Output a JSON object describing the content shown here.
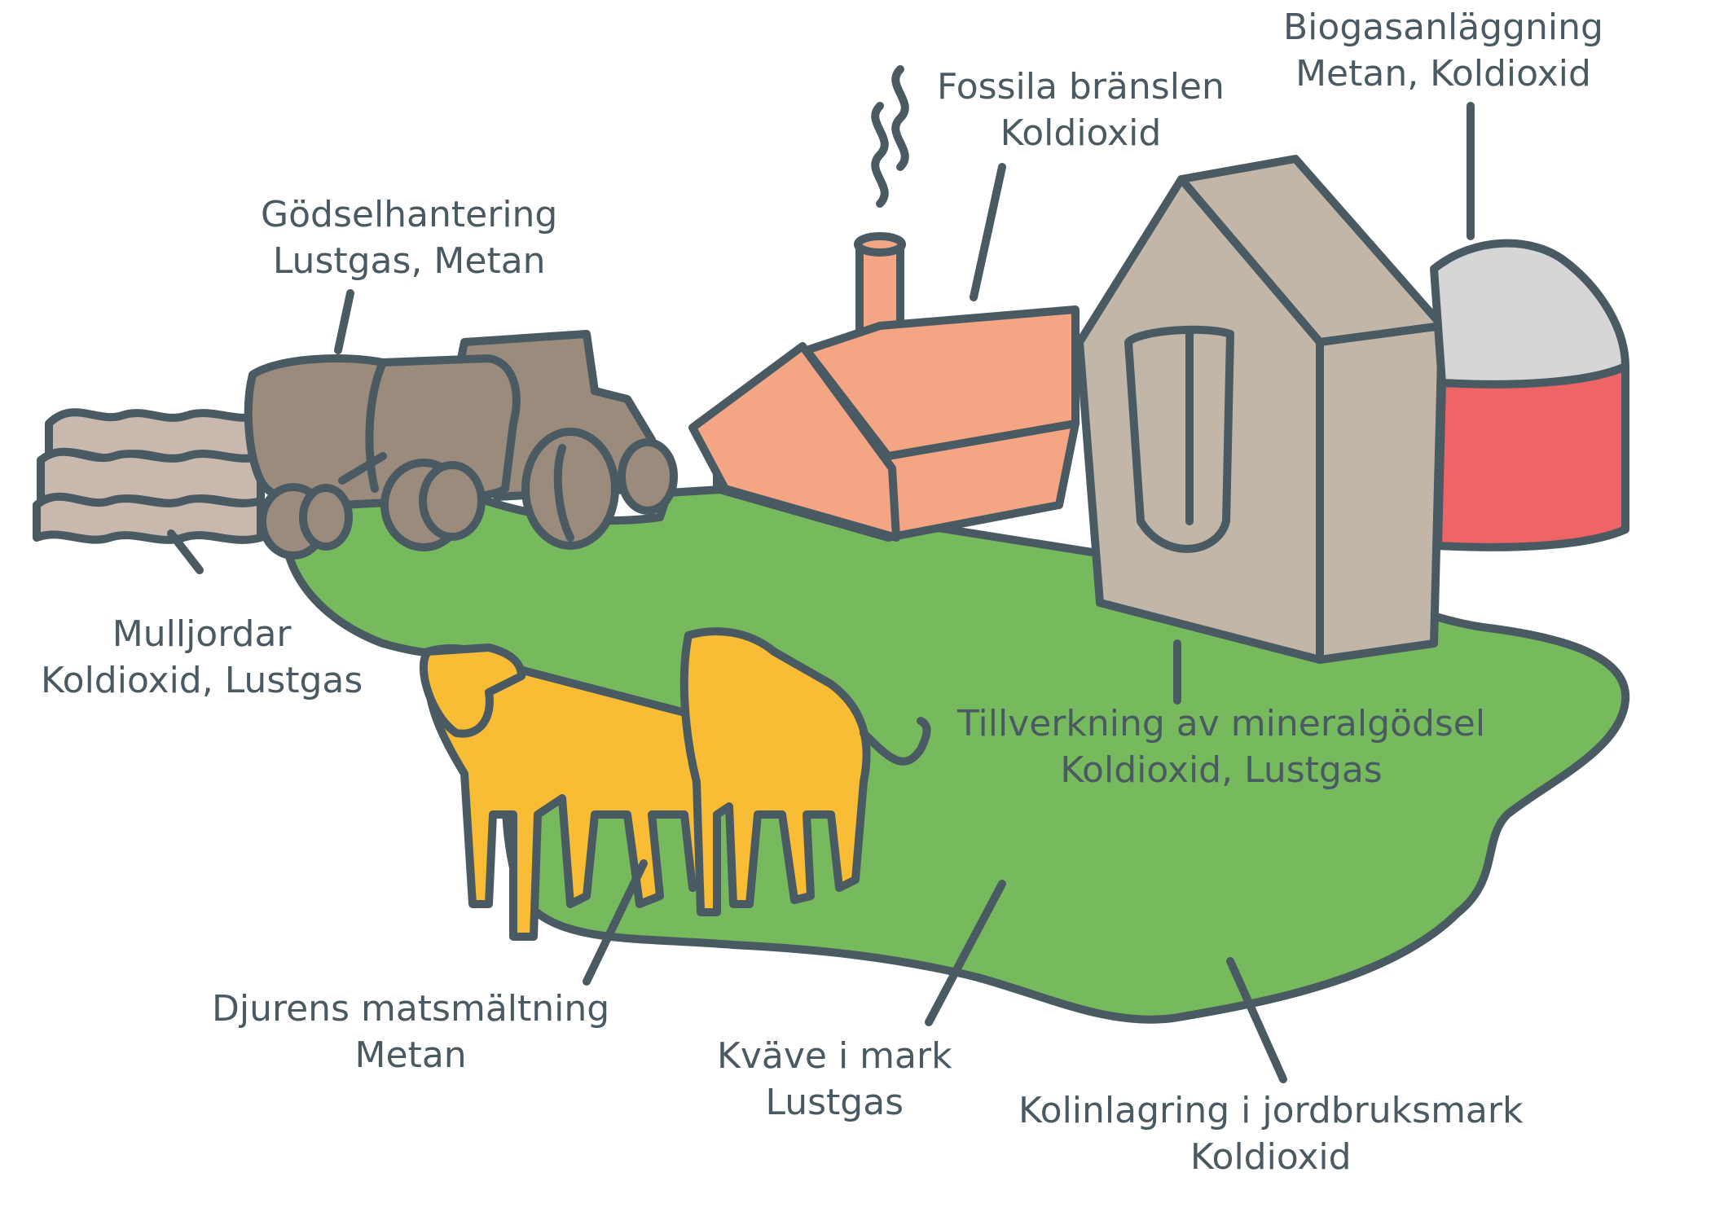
{
  "colors": {
    "ink": "#4a5a63",
    "field": "#77b95d",
    "barn_roof": "#f4a684",
    "cow": "#f9bc35",
    "tractor": "#9a8b7d",
    "factory": "#c2b6a9",
    "soil_waves": "#c8b8ad",
    "biogas_tank": "#ef6464",
    "biogas_dome": "#d6d6d6"
  },
  "labels": {
    "manure": {
      "title": "Gödselhantering",
      "gases": "Lustgas, Metan"
    },
    "fossil": {
      "title": "Fossila bränslen",
      "gases": "Koldioxid"
    },
    "biogas": {
      "title": "Biogasanläggning",
      "gases": "Metan, Koldioxid"
    },
    "peat": {
      "title": "Mulljordar",
      "gases": "Koldioxid, Lustgas"
    },
    "fertilizer": {
      "title": "Tillverkning av mineralgödsel",
      "gases": "Koldioxid, Lustgas"
    },
    "digestion": {
      "title": "Djurens matsmältning",
      "gases": "Metan"
    },
    "nitrogen": {
      "title": "Kväve i mark",
      "gases": "Lustgas"
    },
    "carbon": {
      "title": "Kolinlagring i jordbruksmark",
      "gases": "Koldioxid"
    }
  }
}
